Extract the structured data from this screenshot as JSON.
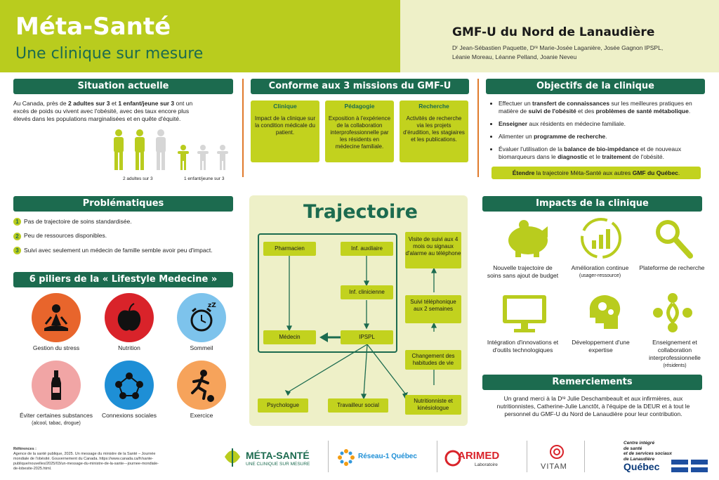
{
  "header": {
    "title": "Méta-Santé",
    "subtitle": "Une clinique sur mesure",
    "org": "GMF-U du Nord de Lanaudière",
    "authors_line1": "Dʳ Jean-Sébastien Paquette, Dʳᵉ Marie-Josée Laganière, Josée Gagnon IPSPL,",
    "authors_line2": "Léanie Moreau, Léanne Pelland, Joanie Neveu"
  },
  "situation": {
    "title": "Situation actuelle",
    "p1": "Au Canada, près de ",
    "b1": "2 adultes sur 3",
    "p2": " et ",
    "b2": "1 enfant/jeune sur 3",
    "p3": " ont un excès de poids ou vivent avec l'obésité, avec des taux encore plus élevés dans les populations marginalisées et en quête d'équité.",
    "cap_adults": "2 adultes sur 3",
    "cap_kids": "1 enfant/jeune sur 3"
  },
  "missions": {
    "title": "Conforme aux 3 missions du GMF-U",
    "items": [
      {
        "title": "Clinique",
        "body": "Impact de la clinique sur la condition médicale du patient."
      },
      {
        "title": "Pédagogie",
        "body": "Exposition à l'expérience de la collaboration interprofessionnelle par les résidents en médecine familiale."
      },
      {
        "title": "Recherche",
        "body": "Activités de recherche via les projets d'érudition, les stagiaires et les publications."
      }
    ]
  },
  "objectifs": {
    "title": "Objectifs de la clinique",
    "items": [
      {
        "a": "Effectuer un ",
        "b": "transfert de connaissances",
        "c": " sur les meilleures pratiques en matière de ",
        "d": "suivi de l'obésité",
        "e": " et des ",
        "f": "problèmes de santé métabolique",
        "g": "."
      },
      {
        "a": "",
        "b": "Enseigner",
        "c": " aux résidents en médecine familiale.",
        "d": "",
        "e": "",
        "f": "",
        "g": ""
      },
      {
        "a": "Alimenter un ",
        "b": "programme de recherche",
        "c": ".",
        "d": "",
        "e": "",
        "f": "",
        "g": ""
      },
      {
        "a": "Évaluer l'utilisation de la ",
        "b": "balance de bio-impédance",
        "c": " et de nouveaux biomarqueurs dans le ",
        "d": "diagnostic",
        "e": " et le ",
        "f": "traitement",
        "g": " de l'obésité."
      }
    ],
    "pill_a": "Étendre",
    "pill_b": " la trajectoire Méta-Santé aux autres ",
    "pill_c": "GMF du Québec",
    "pill_d": "."
  },
  "problematiques": {
    "title": "Problématiques",
    "items": [
      {
        "n": "1",
        "t": "Pas de trajectoire de soins standardisée."
      },
      {
        "n": "2",
        "t": "Peu de ressources disponibles."
      },
      {
        "n": "3",
        "t": "Suivi avec seulement un médecin de famille semble avoir peu d'impact."
      }
    ]
  },
  "piliers": {
    "title": "6 piliers de la « Lifestyle Medecine »",
    "items": [
      {
        "label": "Gestion du stress",
        "sub": "",
        "color": "#e8652c",
        "icon": "meditation-icon"
      },
      {
        "label": "Nutrition",
        "sub": "",
        "color": "#d9232a",
        "icon": "apple-icon"
      },
      {
        "label": "Sommeil",
        "sub": "",
        "color": "#7dc3ec",
        "icon": "alarm-clock-icon"
      },
      {
        "label": "Éviter certaines substances",
        "sub": "(alcool, tabac, drogue)",
        "color": "#f1a5a5",
        "icon": "bottle-icon"
      },
      {
        "label": "Connexions sociales",
        "sub": "",
        "color": "#1e8fd6",
        "icon": "people-network-icon"
      },
      {
        "label": "Exercice",
        "sub": "",
        "color": "#f6a35b",
        "icon": "runner-icon"
      }
    ]
  },
  "trajectoire": {
    "title": "Trajectoire",
    "pharmacien": "Pharmacien",
    "inf_aux": "Inf. auxiliaire",
    "inf_clin": "Inf. clinicienne",
    "medecin": "Médecin",
    "ipspl": "IPSPL",
    "psychologue": "Psychologue",
    "travailleur": "Travailleur social",
    "nutri": "Nutritionniste et kinésiologue",
    "changement": "Changement des habitudes de vie",
    "suivi_tel": "Suivi téléphonique aux 2 semaines",
    "visite": "Visite de suivi aux 4 mois ou signaux d'alarme au téléphone"
  },
  "impacts": {
    "title": "Impacts de la clinique",
    "items": [
      {
        "label": "Nouvelle trajectoire de soins sans ajout de budget",
        "sub": "",
        "icon": "piggy-bank-icon"
      },
      {
        "label": "Amélioration continue",
        "sub": "(usager-ressource)",
        "icon": "growth-cycle-icon"
      },
      {
        "label": "Plateforme de recherche",
        "sub": "",
        "icon": "magnifier-icon"
      },
      {
        "label": "Intégration d'innovations et d'outils technologiques",
        "sub": "",
        "icon": "monitor-icon"
      },
      {
        "label": "Développement d'une expertise",
        "sub": "",
        "icon": "brain-gears-icon"
      },
      {
        "label": "Enseignement et collaboration interprofessionnelle",
        "sub": "(résidents)",
        "icon": "collaboration-icon"
      }
    ]
  },
  "remerciements": {
    "title": "Remerciements",
    "body": "Un grand merci à la Dʳᵉ Julie Deschambeault et aux infirmières, aux nutritionnistes, Catherine-Julie Lanctôt, à l'équipe de la DEUR et à tout le personnel du GMF-U du Nord de Lanaudière pour leur contribution."
  },
  "footer": {
    "refs_title": "Références :",
    "refs_body": "Agence de la santé publique, 2025. Un message du ministre de la Santé – Journée mondiale de l'obésité. Gouvernement du Canada. https://www.canada.ca/fr/sante-publique/nouvelles/2025/03/un-message-du-ministre-de-la-sante---journee-mondiale-de-lobesite-2025.html.",
    "logo1_main": "MÉTA-SANTÉ",
    "logo1_sub": "UNE CLINIQUE SUR MESURE",
    "logo2": "Réseau-1 Québec",
    "logo3": "ARIMED",
    "logo3_sub": "Laboratoire",
    "logo4": "VITAM",
    "logo5_l1": "Centre intégré",
    "logo5_l2": "de santé",
    "logo5_l3": "et de services sociaux",
    "logo5_l4": "de Lanaudière",
    "logo5_main": "Québec"
  },
  "colors": {
    "lime": "#b9cc1e",
    "green": "#1c6b4f",
    "orange": "#e07a2c"
  }
}
